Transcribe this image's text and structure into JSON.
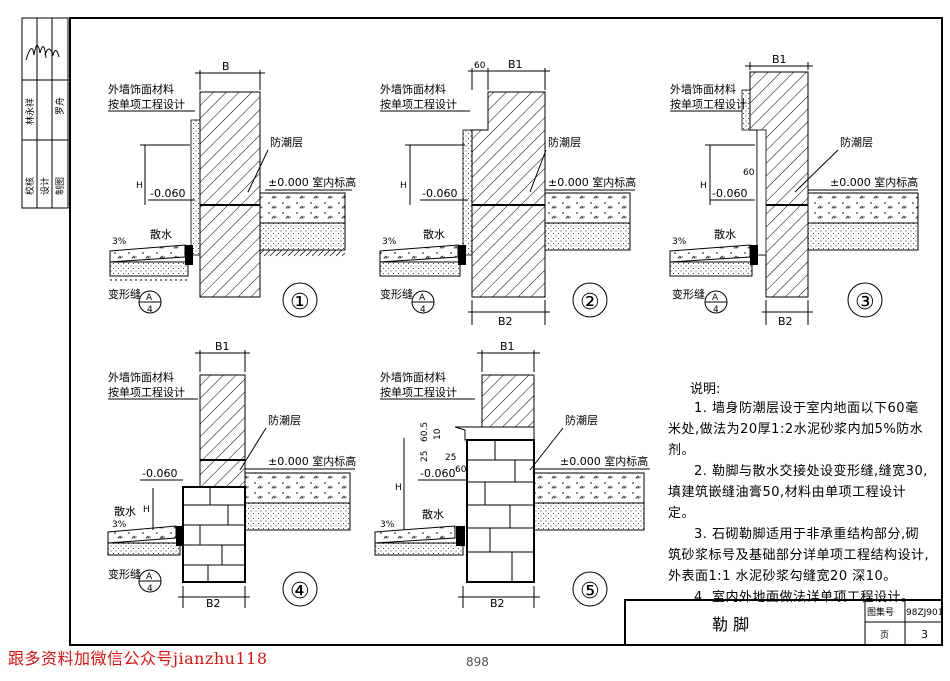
{
  "sidebar": {
    "stamps": [
      "林永祥",
      "罗舟"
    ],
    "roles": [
      "校核",
      "设计",
      "制图"
    ]
  },
  "labels": {
    "facing": [
      "外墙饰面材料",
      "按单项工程设计"
    ],
    "dpc": "防潮层",
    "floor": "±0.000 室内标高",
    "ground": "-0.060",
    "apron": "散水",
    "slope": "3%",
    "joint": "变形缝",
    "H": "H",
    "B": "B",
    "B1": "B1",
    "B2": "B2",
    "d60": "60",
    "d25": "25",
    "d10": "10",
    "d60_5": "60.5",
    "detail_ref_top": "A",
    "detail_ref_bottom": "4"
  },
  "details": [
    "①",
    "②",
    "③",
    "④",
    "⑤"
  ],
  "notes": {
    "title": "说明:",
    "items": [
      "1. 墙身防潮层设于室内地面以下60毫米处,做法为20厚1:2水泥砂浆内加5%防水剂。",
      "2. 勒脚与散水交接处设变形缝,缝宽30,填建筑嵌缝油膏50,材料由单项工程设计定。",
      "3. 石砌勒脚适用于非承重结构部分,砌筑砂浆标号及基础部分详单项工程结构设计,外表面1:1 水泥砂浆勾缝宽20 深10。",
      "4. 室内外地面做法详单项工程设计。"
    ]
  },
  "title_block": {
    "title": "勒    脚",
    "atlas_label": "图集号",
    "atlas_no": "98ZJ901",
    "page_label": "页",
    "page_no": "3"
  },
  "watermark": "跟多资料加微信公众号jianzhu118",
  "page_number": "898"
}
